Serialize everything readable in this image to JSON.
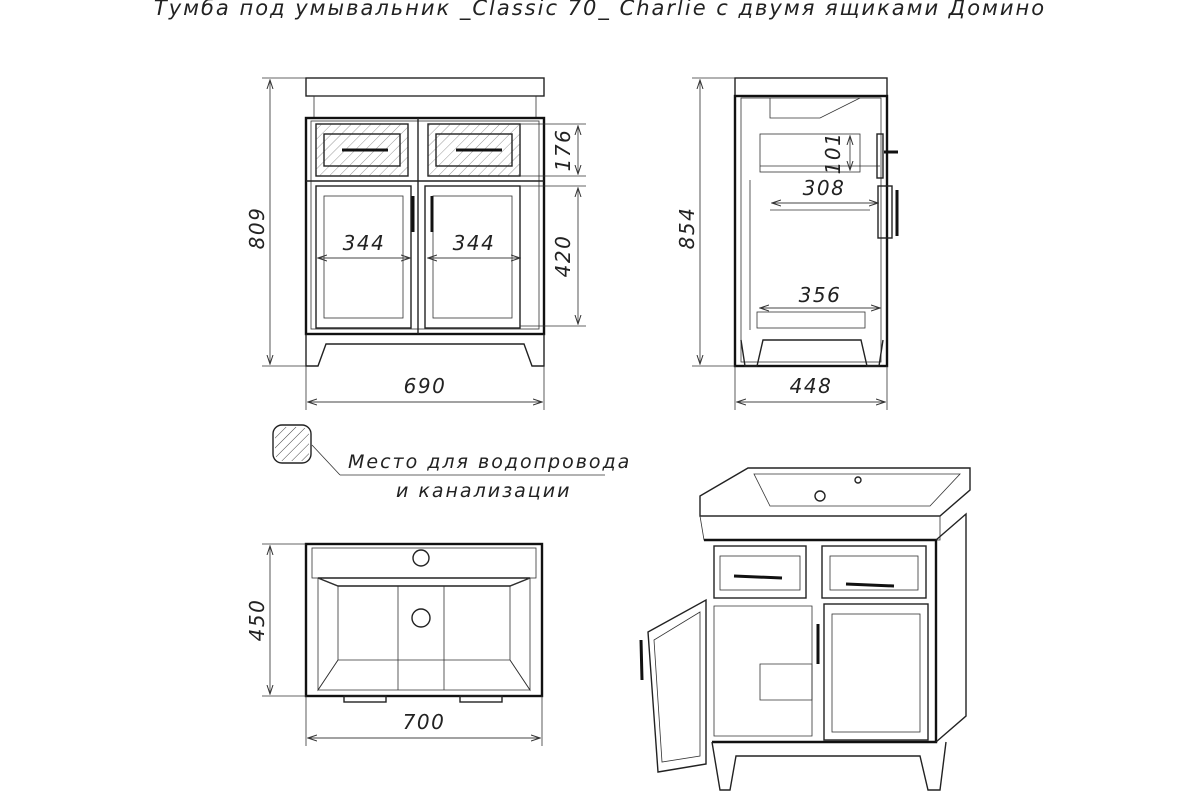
{
  "title": "Тумба под умывальник _Classic 70_ Charlie с двумя ящиками Домино",
  "front_view": {
    "height": "809",
    "width": "690",
    "drawer_height": "176",
    "door_height": "420",
    "door_left_width": "344",
    "door_right_width": "344"
  },
  "side_view": {
    "height": "854",
    "depth": "448",
    "drawer_depth": "101",
    "drawer_length": "308",
    "shelf_depth": "356"
  },
  "top_view": {
    "depth": "450",
    "width": "700"
  },
  "legend": {
    "line1": "Место для водопровода",
    "line2": "и канализации"
  },
  "colors": {
    "line": "#222222",
    "background": "#ffffff"
  }
}
